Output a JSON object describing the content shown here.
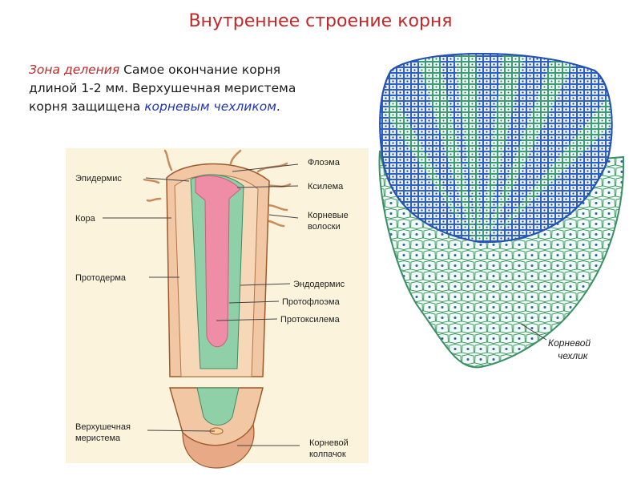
{
  "slide": {
    "title": "Внутреннее строение корня"
  },
  "intro": {
    "zone": "Зона деления",
    "text1": " Самое окончание корня длиной 1-2 мм. Верхушечная меристема корня  защищена ",
    "cap": "корневым чехликом",
    "end": "."
  },
  "left_diagram": {
    "labels": {
      "epidermis": "Эпидермис",
      "cortex": "Кора",
      "protoderm": "Протодерма",
      "meristem_1": "Верхушечная",
      "meristem_2": "меристема",
      "phloem": "Флоэма",
      "xylem": "Ксилема",
      "root_hairs_1": "Корневые",
      "root_hairs_2": "волоски",
      "endodermis": "Эндодермис",
      "protophloem": "Протофлоэма",
      "protoxylem": "Протоксилема",
      "root_cap_1": "Корневой",
      "root_cap_2": "колпачок"
    }
  },
  "right_diagram": {
    "labels": {
      "root_cap_1": "Корневой",
      "root_cap_2": "чехлик"
    }
  }
}
